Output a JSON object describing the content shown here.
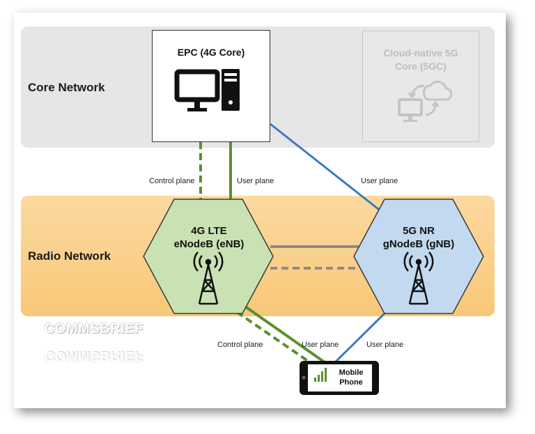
{
  "bands": {
    "core_label": "Core Network",
    "radio_label": "Radio Network"
  },
  "epc": {
    "title": "EPC (4G Core)"
  },
  "core5g": {
    "title_line1": "Cloud-native 5G",
    "title_line2": "Core (5GC)"
  },
  "enb": {
    "line1": "4G LTE",
    "line2": "eNodeB (eNB)"
  },
  "gnb": {
    "line1": "5G NR",
    "line2": "gNodeB (gNB)"
  },
  "links": {
    "epc_enb_control": "Control plane",
    "epc_enb_user": "User plane",
    "epc_gnb_user": "User plane",
    "enb_phone_control": "Control plane",
    "enb_phone_user": "User plane",
    "gnb_phone_user": "User plane"
  },
  "phone": {
    "line1": "Mobile",
    "line2": "Phone"
  },
  "watermark": "COMMSBRIEF",
  "colors": {
    "green_link": "#5a8f2f",
    "blue_link": "#3b7abf",
    "gray_link": "#8c8c8c",
    "enb_fill": "#c9e2b3",
    "gnb_fill": "#c2d9f0"
  }
}
